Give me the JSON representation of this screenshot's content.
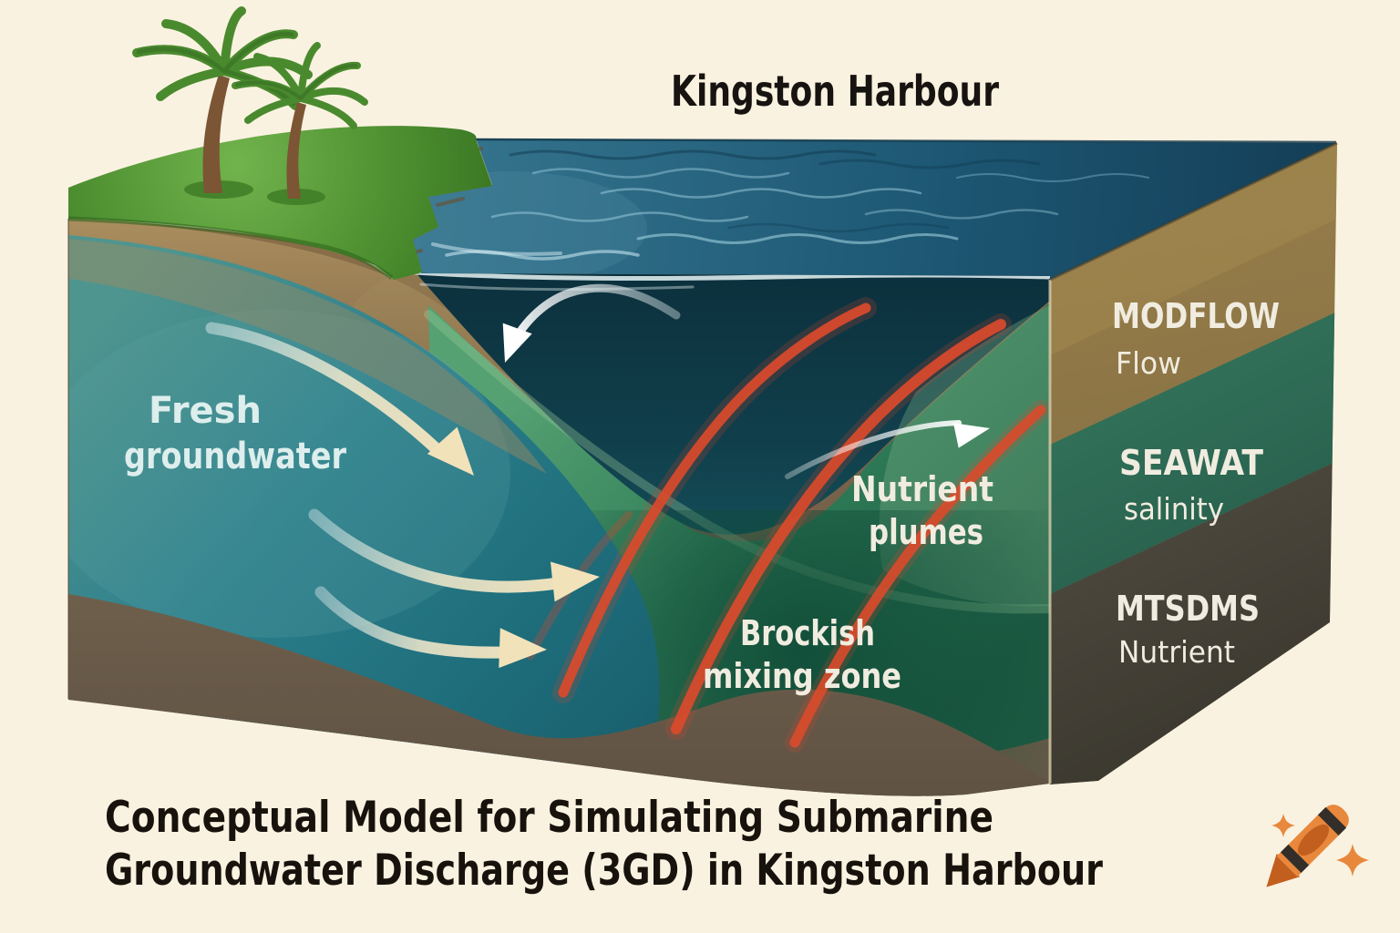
{
  "title": "Kingston Harbour",
  "caption": {
    "line1": "Conceptual Model for Simulating Submarine",
    "line2": "Groundwater Discharge (3GD) in Kingston Harbour"
  },
  "labels": {
    "fresh_groundwater": {
      "line1": "Fresh",
      "line2": "groundwater"
    },
    "nutrient_plumes": {
      "line1": "Nutrient",
      "line2": "plumes"
    },
    "brackish_mixing_zone": {
      "line1": "Brockish",
      "line2": "mixing zone"
    }
  },
  "model_layers": [
    {
      "name": "MODFLOW",
      "variable": "Flow"
    },
    {
      "name": "SEAWAT",
      "variable": "salinity"
    },
    {
      "name": "MTSDMS",
      "variable": "Nutrient"
    }
  ],
  "icons": {
    "crayon": "crayon-icon",
    "sparkle_small": "sparkle-icon",
    "sparkle_large": "sparkle-icon"
  },
  "colors": {
    "background": "#faf2e1",
    "sea_surface": "#1d5874",
    "fresh_groundwater_teal": "#2c7f8c",
    "seabed_green": "#2f7c58",
    "plume_red": "#d9452c",
    "soil_brown": "#7a6243",
    "layer_tan": "#8d7544",
    "layer_teal": "#2e6b5a",
    "layer_dark_olive": "#45413a",
    "arrow_cream": "#f2e2ba",
    "crayon_orange": "#e8883c"
  }
}
